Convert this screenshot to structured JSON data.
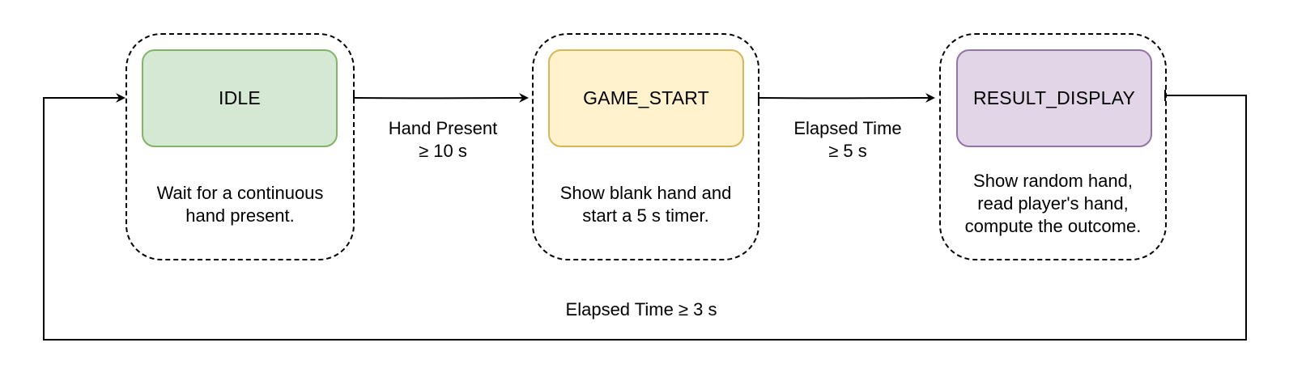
{
  "states": [
    {
      "name": "IDLE",
      "description": "Wait for a continuous\nhand present.",
      "fill": "#d5e8d4",
      "stroke": "#82b366"
    },
    {
      "name": "GAME_START",
      "description": "Show blank hand and\nstart a 5 s timer.",
      "fill": "#fff2cc",
      "stroke": "#d6b656"
    },
    {
      "name": "RESULT_DISPLAY",
      "description": "Show random hand,\nread player's hand,\ncompute the outcome.",
      "fill": "#e1d5e7",
      "stroke": "#9673a6"
    }
  ],
  "transitions": [
    {
      "from": "IDLE",
      "to": "GAME_START",
      "label": "Hand Present\n≥ 10 s"
    },
    {
      "from": "GAME_START",
      "to": "RESULT_DISPLAY",
      "label": "Elapsed Time\n≥ 5 s"
    },
    {
      "from": "RESULT_DISPLAY",
      "to": "IDLE",
      "label": "Elapsed Time ≥ 3 s"
    }
  ]
}
